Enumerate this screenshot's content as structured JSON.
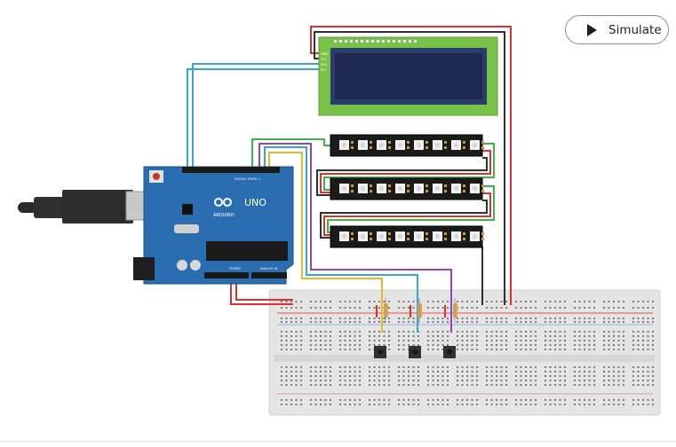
{
  "toolbar": {
    "simulate_label": "Simulate",
    "simulate_icon": "play-icon"
  },
  "arduino": {
    "model": "UNO",
    "brand": "ARDUINO",
    "digital_label": "DIGITAL (PWM~)",
    "power_label": "POWER",
    "analog_label": "ANALOG IN"
  },
  "lcd": {
    "pins": [
      "GND",
      "VCC",
      "SDA",
      "SCL"
    ]
  },
  "neopixel_strips": 3,
  "pushbuttons": 3,
  "resistors": 3,
  "colors": {
    "board": "#2a6db0",
    "lcd_pcb": "#79c24a",
    "lcd_screen": "#1d2950",
    "breadboard": "#e4e4e4",
    "wire_red": "#e03030",
    "wire_black": "#303030",
    "wire_blue": "#36a6d6",
    "wire_green": "#3cb44b",
    "wire_purple": "#8e44c8",
    "wire_yellow": "#e8b820"
  }
}
